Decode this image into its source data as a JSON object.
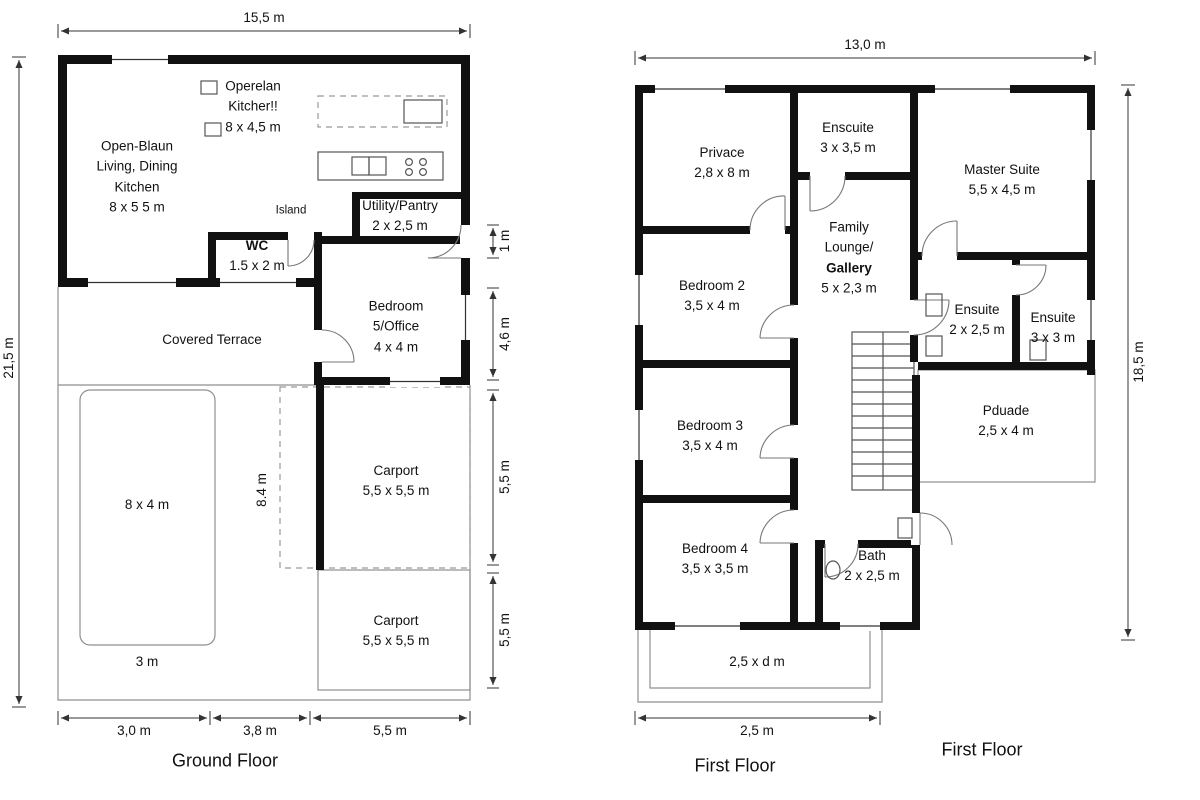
{
  "ground": {
    "title": "Ground Floor",
    "dims": {
      "top": "15,5 m",
      "left": "21,5 m",
      "right": [
        "1 m",
        "4,6 m",
        "5,5 m",
        "5,5 m"
      ],
      "bottom": [
        "3,0 m",
        "3,8 m",
        "5,5 m"
      ],
      "driveway": "8.4 m",
      "lawn_width": "3 m"
    },
    "rooms": {
      "living": "Open-Blaun\nLiving, Dining\nKitchen\n8 x 5 5 m",
      "kitchen_note": "Operelan\nKitcher!!\n8 x 4,5 m",
      "island": "Island",
      "utility": "Utility/Pantry\n2 x 2,5 m",
      "wc_name": "WC",
      "wc_size": "1.5 x 2 m",
      "bedroom5": "Bedroom\n5/Office\n4 x 4 m",
      "terrace": "Covered Terrace",
      "lawn": "8 x 4 m",
      "carport1": "Carport\n5,5 x 5,5 m",
      "carport2": "Carport\n5,5 x 5,5 m"
    }
  },
  "first": {
    "title": "First Floor",
    "corner_title": "First Floor",
    "dims": {
      "top": "13,0 m",
      "right": "18,5 m",
      "bottom": "2,5 m"
    },
    "rooms": {
      "private": "Privace\n2,8 x 8 m",
      "ensuite_top": "Enscuite\n3 x 3,5 m",
      "master": "Master Suite\n5,5 x 4,5 m",
      "family_1": "Family",
      "family_2": "Lounge/",
      "family_3": "Gallery",
      "family_4": "5 x 2,3 m",
      "bedroom2": "Bedroom 2\n3,5 x 4 m",
      "ensuite_mid": "Ensuite\n2 x 2,5 m",
      "ensuite_right": "Ensuite\n3 x 3 m",
      "pduade": "Pduade\n2,5 x 4 m",
      "bedroom3": "Bedroom 3\n3,5 x 4 m",
      "bedroom4": "Bedroom 4\n3,5 x 3,5 m",
      "bath": "Bath\n2 x 2,5 m",
      "balcony": "2,5 x d m"
    }
  }
}
